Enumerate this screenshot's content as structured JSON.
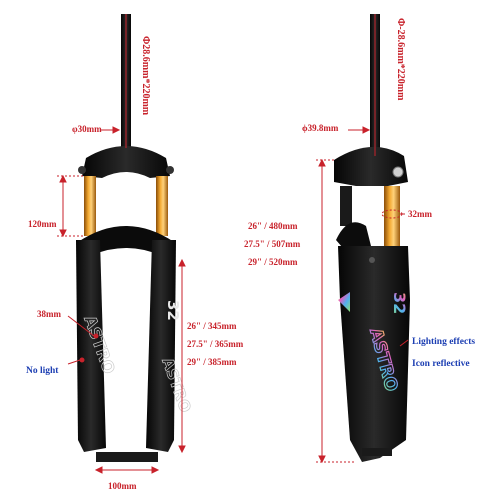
{
  "left_fork": {
    "steerer_spec": "Φ28.6mm*220mm",
    "crown_dia": "φ30mm",
    "stanchion_length": "120mm",
    "stanchion_dia": "38mm",
    "no_light": "No light",
    "axle_width": "100mm",
    "sizes": [
      "26\" / 345mm",
      "27.5\" / 365mm",
      "29\" / 385mm"
    ],
    "brand_text": "ASTRO"
  },
  "right_fork": {
    "steerer_spec": "Φ-28.6mm*220mm",
    "crown_dia": "ϕ39.8mm",
    "stanchion_dia": "32mm",
    "total_lengths": [
      "26\" / 480mm",
      "27.5\" / 507mm",
      "29\" / 520mm"
    ],
    "features": [
      "Lighting effects",
      "Icon reflective"
    ],
    "brand_text": "ASTRO"
  },
  "colors": {
    "dimension_red": "#c8222b",
    "label_blue": "#1d3fb3",
    "stanchion_gold": "#d98a18",
    "fork_black": "#111111"
  }
}
